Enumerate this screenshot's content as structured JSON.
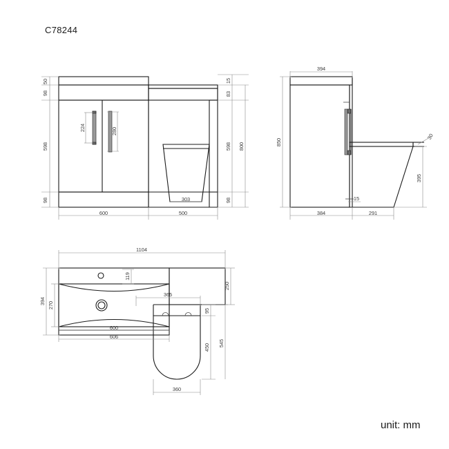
{
  "document": {
    "title": "C78244",
    "unit_note": "unit: mm",
    "background_color": "#ffffff",
    "line_color": "#1a1a1a",
    "dimension_color": "#3b3b3b"
  },
  "views": {
    "front_elevation": {
      "name": "front-elevation-view",
      "dimensions_left": [
        "50",
        "98",
        "598",
        "98"
      ],
      "dimensions_right": [
        "15",
        "83",
        "598",
        "98",
        "800"
      ],
      "dimensions_bottom": [
        "600",
        "500"
      ],
      "handle_left": "224",
      "handle_right": "280",
      "toilet_base_width": "303"
    },
    "side_elevation": {
      "name": "side-elevation-view",
      "dimension_top": "394",
      "dimension_left": "850",
      "dimension_bottom_left": "384",
      "dimension_bottom_right": "291",
      "dimension_plinth": "15",
      "dimension_seat_height": "395",
      "dimension_rim": "30"
    },
    "plan": {
      "name": "plan-view",
      "dimension_overall_width": "1104",
      "dimension_depth": "394",
      "dimension_basin_depth": "270",
      "dimension_tap_offset": "119",
      "dimension_basin_width": "600",
      "dimension_unit_width": "606",
      "dimension_right_top": "250",
      "dimension_toilet_width": "365",
      "dimension_seat_gap": "95",
      "dimension_seat_length": "450",
      "dimension_toilet_length": "545",
      "dimension_seat_width": "360"
    }
  }
}
